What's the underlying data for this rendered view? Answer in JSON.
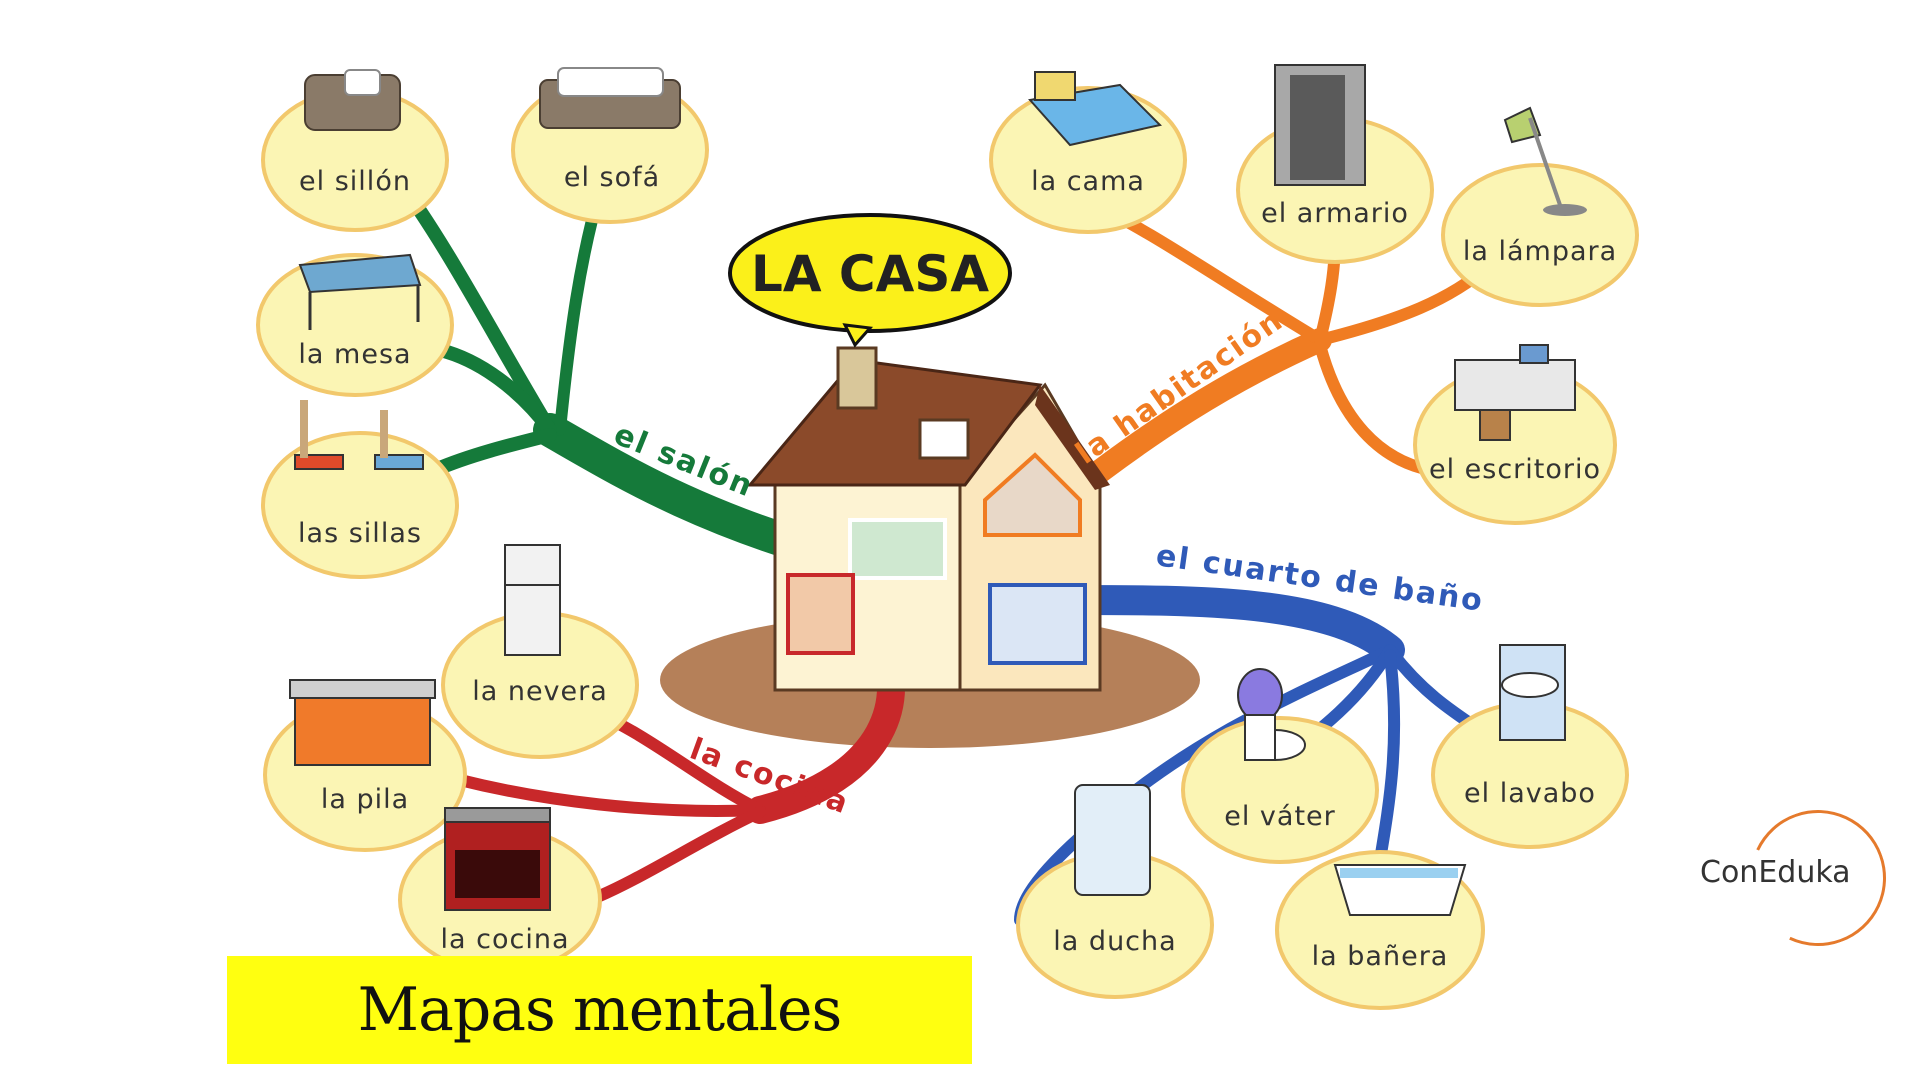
{
  "title": "LA CASA",
  "banner": "Mapas mentales",
  "logo_text": "ConEduka",
  "colors": {
    "salon": "#157a3a",
    "habitacion": "#f07c22",
    "bano": "#2f5ab8",
    "cocina": "#c8282a",
    "node_fill": "#fbf5b4",
    "node_stroke": "#f2c86c",
    "title_bubble": "#fbf01a",
    "banner": "#ffff10",
    "logo_accent": "#e57a2c"
  },
  "branches": {
    "salon": {
      "label": "el salón",
      "items": [
        "el sillón",
        "el sofá",
        "la mesa",
        "las sillas"
      ]
    },
    "habitacion": {
      "label": "la habitación",
      "items": [
        "la cama",
        "el armario",
        "la lámpara",
        "el escritorio"
      ]
    },
    "bano": {
      "label": "el cuarto de baño",
      "items": [
        "el lavabo",
        "el váter",
        "la ducha",
        "la bañera"
      ]
    },
    "cocina": {
      "label": "la cocina",
      "items": [
        "la nevera",
        "la pila",
        "la cocina"
      ]
    }
  }
}
